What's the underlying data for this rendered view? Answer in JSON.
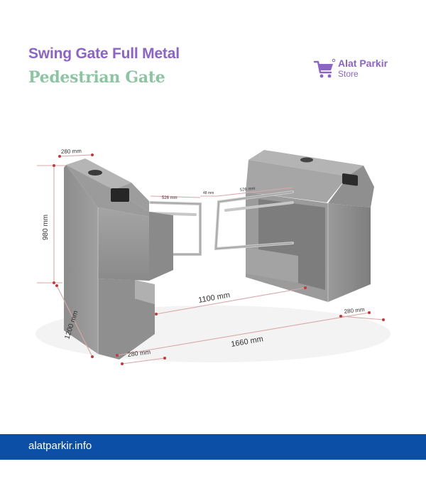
{
  "header": {
    "title_line1": "Swing Gate Full Metal",
    "title_line2": "Pedestrian Gate"
  },
  "logo": {
    "icon": "shopping-cart-icon",
    "line1": "Alat Parkir",
    "line2": "Store",
    "color": "#8b63c9"
  },
  "diagram": {
    "dims": {
      "top_left_width": "280 mm",
      "height": "980 mm",
      "depth": "1200 mm",
      "arm_left": "526 mm",
      "arm_gap": "48 mm",
      "arm_right": "526 mm",
      "passage": "1100 mm",
      "overall": "1660 mm",
      "bottom_left_width": "280 mm",
      "right_width": "280 mm"
    }
  },
  "footer": {
    "url": "alatparkir.info",
    "color": "#0b4fa6"
  }
}
